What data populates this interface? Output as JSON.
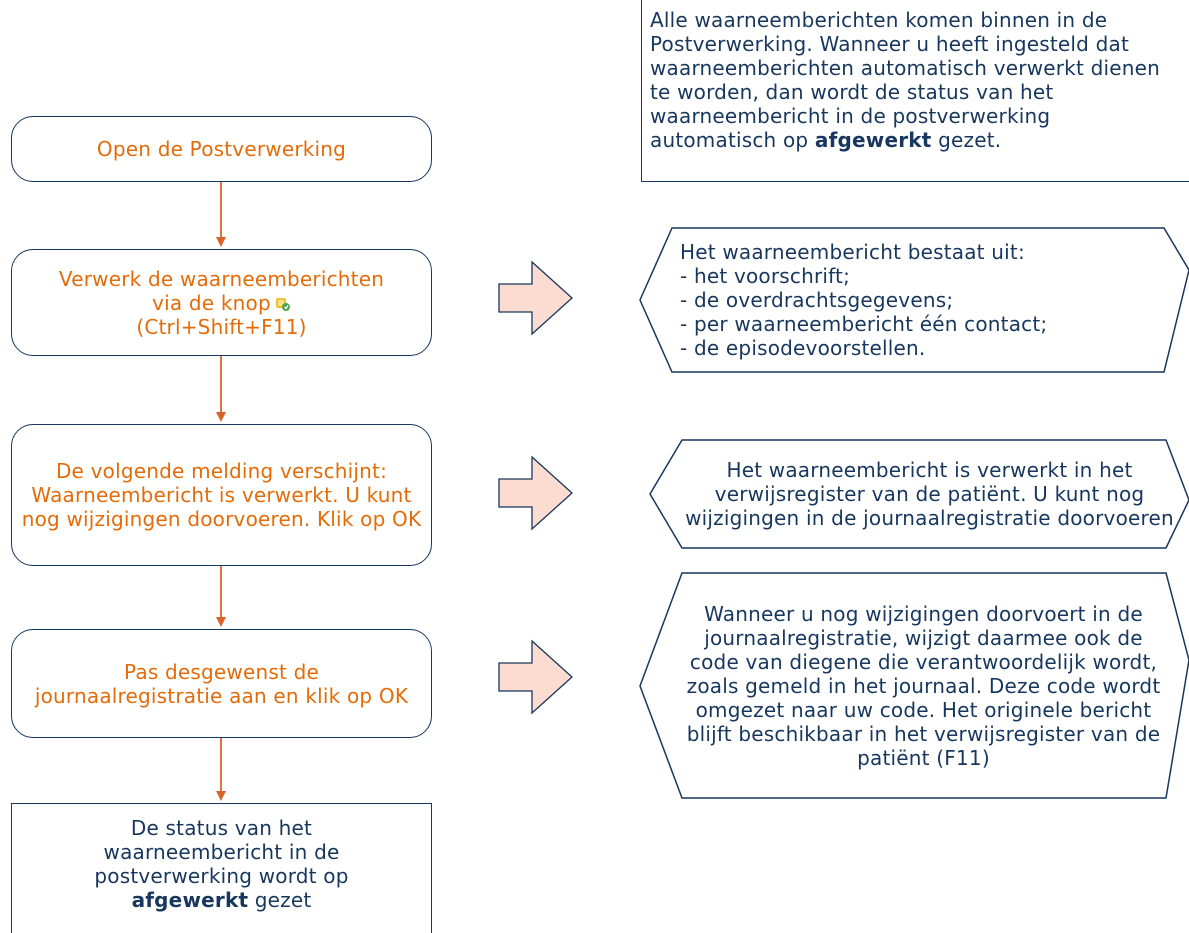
{
  "flow": {
    "step1": "Open de Postverwerking",
    "step2_line1": "Verwerk de waarneemberichten",
    "step2_line2": "via de knop",
    "step2_line3": "(Ctrl+Shift+F11)",
    "step3": "De volgende melding verschijnt: Waarneembericht is verwerkt. U kunt nog wijzigingen doorvoeren. Klik op OK",
    "step4": "Pas desgewenst de journaalregistratie aan en klik op OK",
    "step5_before": "De status van het waarneembericht in de postverwerking wordt op",
    "step5_bold": "afgewerkt",
    "step5_after": "gezet"
  },
  "notes": {
    "note1_before": "Alle waarneemberichten komen binnen in de Postverwerking. Wanneer u heeft ingesteld dat waarneemberichten automatisch verwerkt dienen te worden, dan wordt de status van het waarneembericht in de postverwerking automatisch op",
    "note1_bold": "afgewerkt",
    "note1_after": "gezet.",
    "note2_title": "Het waarneembericht bestaat uit:",
    "note2_items": [
      "- het voorschrift;",
      "- de overdrachtsgegevens;",
      "- per waarneembericht één contact;",
      "- de episodevoorstellen."
    ],
    "note3": "Het waarneembericht is verwerkt in het verwijsregister van de patiënt. U kunt nog wijzigingen in de journaalregistratie doorvoeren",
    "note4": "Wanneer u nog wijzigingen doorvoert in de journaalregistratie, wijzigt daarmee ook de code van diegene die verantwoordelijk wordt, zoals gemeld in het journaal. Deze code wordt omgezet naar uw code. Het originele bericht blijft beschikbaar in het verwijsregister van de patiënt (F11)"
  },
  "colors": {
    "step_text": "#e36c09",
    "border": "#17375e",
    "connector": "#d9642a",
    "arrow_fill": "#fcdcd0"
  },
  "icons": [
    "process-button-icon",
    "right-arrow-icon"
  ]
}
